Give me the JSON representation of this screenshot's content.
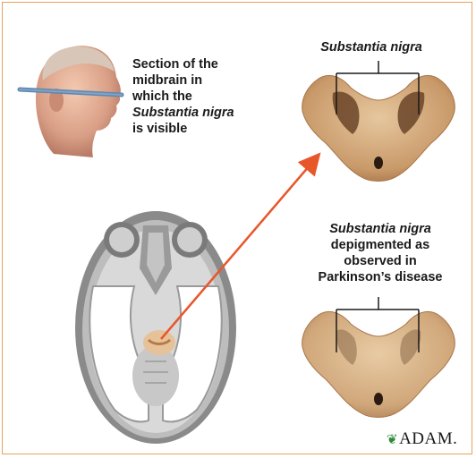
{
  "section_caption": {
    "line1": "Section of the",
    "line2": "midbrain in",
    "line3": "which the",
    "line4_italic": "Substantia nigra",
    "line5": "is visible"
  },
  "top_label": {
    "italic": "Substantia nigra"
  },
  "bottom_caption": {
    "line1_italic": "Substantia nigra",
    "line2": "depigmented as",
    "line3": "observed in",
    "line4": "Parkinson’s disease"
  },
  "logo": {
    "text": "ADAM.",
    "leaf_icon": "leaf-icon"
  },
  "colors": {
    "frame": "#e8a15a",
    "arrow": "#e8572a",
    "tissue": "#d6b48a",
    "pigment": "#5a3a20",
    "head_plane": "#5f87b0"
  }
}
